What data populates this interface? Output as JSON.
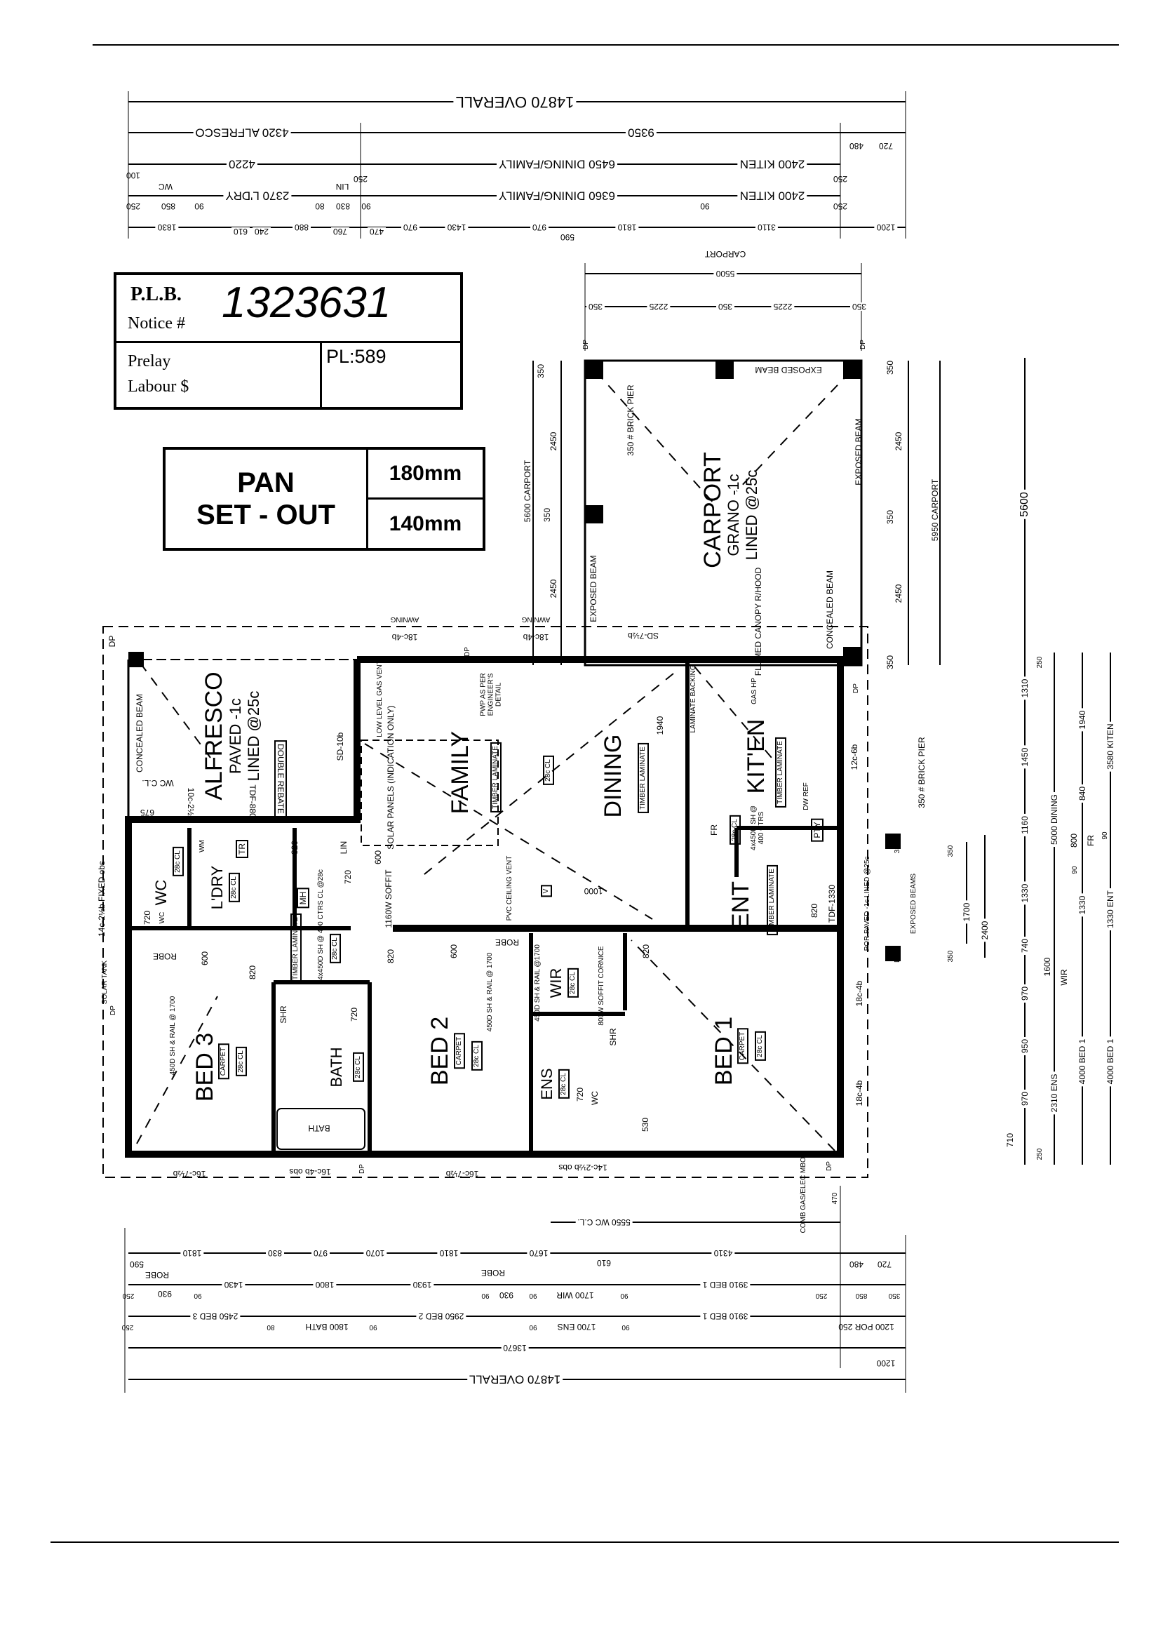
{
  "plb": {
    "title": "P.L.B.",
    "notice_label": "Notice #",
    "notice_number": "1323631",
    "prelay": "Prelay",
    "labour": "Labour $",
    "pl": "PL:589"
  },
  "pan": {
    "line1": "PAN",
    "line2": "SET - OUT",
    "v1": "180mm",
    "v2": "140mm"
  },
  "dims_top": {
    "overall": "14870 OVERALL",
    "alfresco": "4320 ALFRESCO",
    "r2_9350": "9350",
    "r2_720": "720",
    "r2_480": "480",
    "r3_4220": "4220",
    "r3_dining": "6450 DINING/FAMILY",
    "r3_kiten": "2400 KITEN",
    "r3_100": "100",
    "r3_250a": "250",
    "r3_250b": "250",
    "r4_wc": "WC",
    "r4_ldry": "2370 L'DRY",
    "r4_lin": "LIN",
    "r4_dining": "6360 DINING/FAMILY",
    "r4_kiten": "2400 KITEN",
    "r4_250": "250",
    "r4_850": "850",
    "r4_90a": "90",
    "r4_80": "80",
    "r4_830": "830",
    "r4_90b": "90",
    "r4_90c": "90",
    "r4_250b": "250",
    "r5": [
      "1830",
      "610",
      "240",
      "880",
      "760",
      "470",
      "970",
      "1430",
      "970",
      "590",
      "1810",
      "3110",
      "1200"
    ]
  },
  "dims_carport_top": {
    "label": "CARPORT",
    "total": "5500",
    "parts": [
      "350",
      "2225",
      "350",
      "2225",
      "350"
    ]
  },
  "dims_carport_left": {
    "a": "350",
    "b": "2450",
    "c": "350",
    "label": "5600 CARPORT",
    "d": "2450"
  },
  "dims_carport_right": {
    "a": "350",
    "b": "2450",
    "c": "350",
    "d": "2450",
    "e": "350",
    "label": "5950 CARPORT"
  },
  "dims_right": {
    "overall": "5600",
    "colA": [
      "1310",
      "1450",
      "1160",
      "1330",
      "740",
      "970",
      "950",
      "970",
      "710"
    ],
    "dining": "5000 DINING",
    "d1600": "1600",
    "wir": "WIR",
    "ens": "2310 ENS",
    "c1940": "1940",
    "c840": "840",
    "c800": "800",
    "fr": "FR",
    "c90a": "90",
    "c1330": "1330",
    "bed1a": "4000 BED 1",
    "kiten": "3580 KITEN",
    "d90a": "90",
    "ent": "1330 ENT",
    "bed1b": "4000 BED 1",
    "p1700": "1700",
    "p2400": "2400",
    "p350a": "350",
    "p350b": "350",
    "top250": "250",
    "bot250": "250"
  },
  "dims_bottom": {
    "wccl": "5550 WC C.L.",
    "r1": [
      "1810",
      "830",
      "970",
      "1070",
      "1810",
      "1670",
      "4310",
      "720",
      "480"
    ],
    "r1_590": "590",
    "r1_610": "610",
    "robe1": "ROBE",
    "robe2": "ROBE",
    "r2": [
      "250",
      "930",
      "90",
      "1430",
      "1800",
      "1930",
      "90",
      "930",
      "90",
      "1700 WIR",
      "90",
      "3910 BED 1",
      "250",
      "850",
      "350"
    ],
    "r3": [
      "250",
      "2450 BED 3",
      "80",
      "1800 BATH",
      "90",
      "2950 BED 2",
      "90",
      "1700 ENS",
      "90",
      "3910 BED 1",
      "1200 POR 250"
    ],
    "total": "13670",
    "r4_1200": "1200",
    "overall": "14870 OVERALL"
  },
  "rooms": {
    "alfresco": {
      "name": "ALFRESCO",
      "finish": "PAVED -1c",
      "lining": "LINED @25c",
      "rebate": "DOUBLE REBATE",
      "door": "TDF-880",
      "window": "10c-2½b",
      "sd": "SD-10b",
      "wccl": "WC C.L.",
      "d675": "675",
      "beam": "CONCEALED BEAM",
      "dp": "DP"
    },
    "family": {
      "name": "FAMILY",
      "floor": "TIMBER LAMINATE",
      "gas": "LOW LEVEL GAS VENT",
      "solar": "SOLAR PANELS (INDICATION ONLY)",
      "pwp": "PWP AS PER ENGINEER'S DETAIL",
      "ceiling": "28c CL"
    },
    "dining": {
      "name": "DINING",
      "floor": "TIMBER LAMINATE",
      "d1940": "1940",
      "backing": "LAMINATE BACKING",
      "vent": "PVC CEILING VENT",
      "v": "V",
      "d1000": "1000",
      "soffit": "1160W SOFFIT",
      "d600": "600"
    },
    "laundry": {
      "mh": "MH",
      "shelves": "4x450D SH @ 400 CTRS CL @28c",
      "d720": "720",
      "lin": "LIN",
      "d820": "820",
      "tr": "TR",
      "wm": "WM",
      "name": "L'DRY",
      "ceiling": "28c CL",
      "wc": "WC",
      "wcceil": "28c CL",
      "wc720": "720",
      "wc2": "WC"
    },
    "leftside": {
      "window": "14c-2½b FIXED obs",
      "solar": "SOLAR TANK",
      "dp": "DP"
    },
    "kitchen": {
      "gas": "GAS HP",
      "name": "KIT'EN",
      "floor": "TIMBER LAMINATE",
      "dw": "DW REF",
      "fr": "FR",
      "ceiling": "28c CL",
      "shelves": "4x450D SH @ 400 CTRS",
      "pty": "PTY",
      "window": "12c-6b",
      "pier": "350 # BRICK PIER"
    },
    "entry": {
      "name": "ENT",
      "floor": "TIMBER LAMINATE",
      "d820": "820",
      "door": "TDF-1330",
      "por": "POR PAVED -1c LINED @25c",
      "beams": "EXPOSED BEAMS",
      "d350": "350",
      "dp": "DP"
    },
    "carport": {
      "name": "CARPORT",
      "finish": "GRANO -1c",
      "lining": "LINED @25c",
      "pier": "350 # BRICK PIER",
      "beam_top": "EXPOSED BEAM",
      "beam_right": "EXPOSED BEAM",
      "beam_left": "EXPOSED BEAM",
      "hood": "FLUMED CANOPY R/HOOD",
      "concealed": "CONCEALED BEAM",
      "sd": "SD-7½b",
      "dp1": "DP",
      "dp2": "DP",
      "dp3": "DP",
      "dp4": "DP"
    },
    "awning": {
      "w1": "18c-4b",
      "a1": "AWNING",
      "w2": "18c-4b",
      "a2": "AWNING"
    },
    "bed3": {
      "robe": "ROBE",
      "d600": "600",
      "d820": "820",
      "name": "BED 3",
      "carpet": "CARPET",
      "ceiling": "28c CL",
      "shelf": "450D SH & RAIL @ 1700",
      "hall_floor": "TIMBER LAMINATE",
      "hall_ceiling": "28c CL"
    },
    "bath": {
      "shr": "SHR",
      "d720": "720",
      "name": "BATH",
      "ceiling": "28c CL",
      "tub": "BATH"
    },
    "bed2": {
      "d820": "820",
      "d600": "600",
      "robe": "ROBE",
      "name": "BED 2",
      "carpet": "CARPET",
      "ceiling": "28c CL",
      "shelf": "450D SH & RAIL @ 1700"
    },
    "wir": {
      "shelf": "450D SH & RAIL @1700",
      "name": "WIR",
      "ceiling": "28c CL",
      "soffit": "800W SOFFIT CORNICE"
    },
    "ens": {
      "name": "ENS",
      "ceiling": "28c CL",
      "d720": "720",
      "wc": "WC",
      "shr": "SHR"
    },
    "bed1": {
      "d820": "820",
      "d530": "530",
      "name": "BED 1",
      "carpet": "CARPET",
      "ceiling": "28c CL",
      "w1": "18c-4b",
      "w2": "18c-4b"
    },
    "bottom": {
      "w1": "16c-7½b",
      "w2": "16c-4b obs",
      "dp": "DP",
      "w3": "16c-7½b",
      "w4": "14c-2½b obs",
      "meter": "COMB GAS/ELEC MBOX",
      "d470": "470",
      "dp2": "DP"
    }
  }
}
